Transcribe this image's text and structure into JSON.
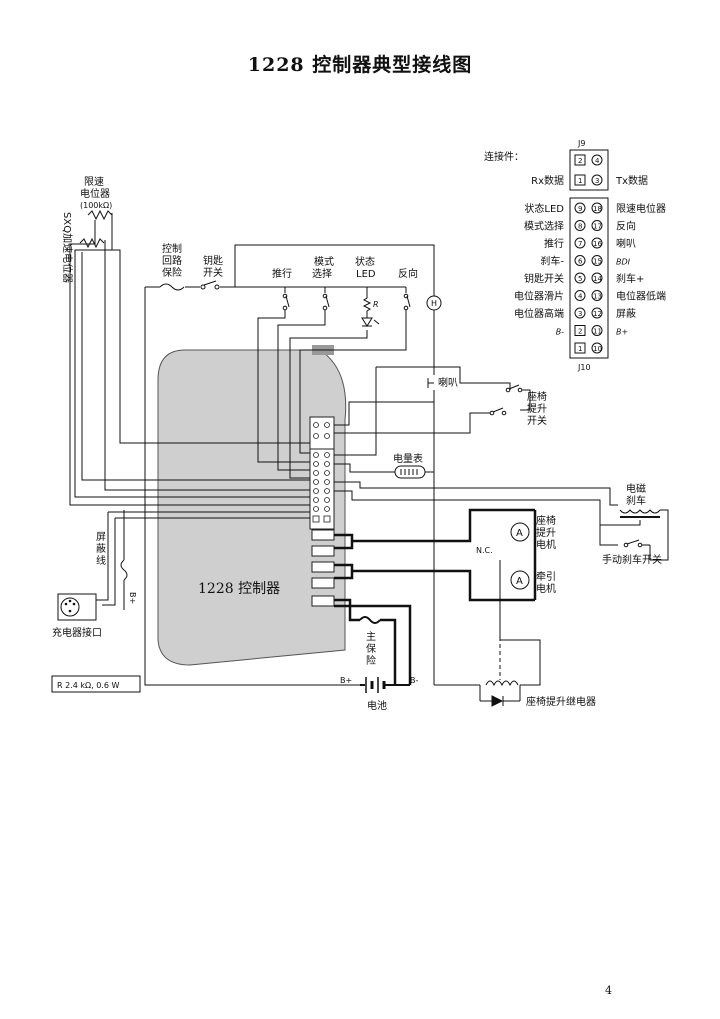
{
  "title": "1228 控制器典型接线图",
  "page_number": "4",
  "labels": {
    "speed_pot_l1": "限速",
    "speed_pot_l2": "电位器",
    "speed_pot_val": "(100kΩ)",
    "sxq_pot": "SXQ加速电位器",
    "ctrl_fuse": [
      "控制",
      "回路",
      "保险"
    ],
    "key_switch": [
      "钥匙",
      "开关"
    ],
    "push": "推行",
    "mode": [
      "模式",
      "选择"
    ],
    "status_led": [
      "状态",
      "LED"
    ],
    "reverse": "反向",
    "r_label": "R",
    "horn": "喇叭",
    "seat_lift_switch": [
      "座椅",
      "提升",
      "开关"
    ],
    "meter": "电量表",
    "em_brake": [
      "电磁",
      "刹车"
    ],
    "manual_brake": "手动刹车开关",
    "shield": [
      "屏",
      "蔽",
      "线"
    ],
    "b_plus_v": "B+",
    "charger": "充电器接口",
    "controller": "1228 控制器",
    "seat_motor": [
      "座椅",
      "提升",
      "电机"
    ],
    "nc": "N.C.",
    "traction_motor": [
      "牵引",
      "电机"
    ],
    "main_fuse": [
      "主",
      "保",
      "险"
    ],
    "b_plus": "B+",
    "b_minus": "B-",
    "battery": "电池",
    "seat_relay": "座椅提升继电器",
    "r_spec": "R 2.4 kΩ, 0.6 W",
    "motor_a": "A",
    "meter_h": "H"
  },
  "connector": {
    "header": "连接件：",
    "j9": "J9",
    "j10": "J10",
    "top_rows": [
      {
        "left": "",
        "pins": [
          "2",
          "4"
        ],
        "right": ""
      },
      {
        "left": "Rx数据",
        "pins": [
          "1",
          "3"
        ],
        "right": "Tx数据"
      }
    ],
    "rows": [
      {
        "left": "状态LED",
        "pins": [
          "9",
          "18"
        ],
        "right": "限速电位器"
      },
      {
        "left": "模式选择",
        "pins": [
          "8",
          "17"
        ],
        "right": "反向"
      },
      {
        "left": "推行",
        "pins": [
          "7",
          "16"
        ],
        "right": "喇叭"
      },
      {
        "left": "刹车-",
        "pins": [
          "6",
          "15"
        ],
        "right": "BDI"
      },
      {
        "left": "钥匙开关",
        "pins": [
          "5",
          "14"
        ],
        "right": "刹车+"
      },
      {
        "left": "电位器滑片",
        "pins": [
          "4",
          "13"
        ],
        "right": "电位器低端"
      },
      {
        "left": "电位器高端",
        "pins": [
          "3",
          "12"
        ],
        "right": "屏蔽"
      },
      {
        "left": "B-",
        "pins": [
          "2",
          "11"
        ],
        "right": "B+"
      },
      {
        "left": "",
        "pins": [
          "1",
          "10"
        ],
        "right": ""
      }
    ]
  }
}
